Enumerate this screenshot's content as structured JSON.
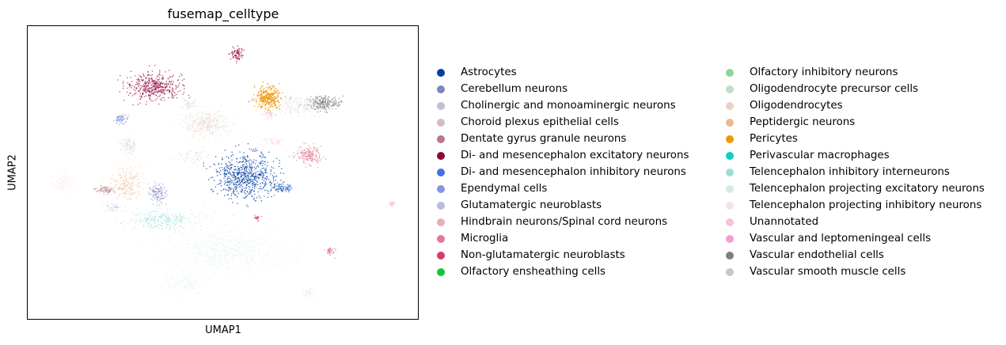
{
  "chart_data": {
    "type": "scatter",
    "title": "fusemap_celltype",
    "xlabel": "UMAP1",
    "ylabel": "UMAP2",
    "grid": false,
    "ticks": false,
    "legend_placement": "right, two columns, outside plot",
    "series": [
      {
        "name": "Astrocytes",
        "color": "#023fa5"
      },
      {
        "name": "Cerebellum neurons",
        "color": "#7d87b9"
      },
      {
        "name": "Cholinergic and monoaminergic neurons",
        "color": "#bec1d4"
      },
      {
        "name": "Choroid plexus epithelial cells",
        "color": "#d6bcc0"
      },
      {
        "name": "Dentate gyrus granule neurons",
        "color": "#bb7784"
      },
      {
        "name": "Di- and mesencephalon excitatory neurons",
        "color": "#8e063b"
      },
      {
        "name": "Di- and mesencephalon inhibitory neurons",
        "color": "#4a6fe3"
      },
      {
        "name": "Ependymal cells",
        "color": "#8595e1"
      },
      {
        "name": "Glutamatergic neuroblasts",
        "color": "#b5bbe3"
      },
      {
        "name": "Hindbrain neurons/Spinal cord neurons",
        "color": "#e6afb9"
      },
      {
        "name": "Microglia",
        "color": "#e07b91"
      },
      {
        "name": "Non-glutamatergic neuroblasts",
        "color": "#d33f6a"
      },
      {
        "name": "Olfactory ensheathing cells",
        "color": "#11c638"
      },
      {
        "name": "Olfactory inhibitory neurons",
        "color": "#8dd593"
      },
      {
        "name": "Oligodendrocyte precursor cells",
        "color": "#c6dec7"
      },
      {
        "name": "Oligodendrocytes",
        "color": "#ead3c6"
      },
      {
        "name": "Peptidergic neurons",
        "color": "#f0b98d"
      },
      {
        "name": "Pericytes",
        "color": "#ef9708"
      },
      {
        "name": "Perivascular macrophages",
        "color": "#0fcfc0"
      },
      {
        "name": "Telencephalon inhibitory interneurons",
        "color": "#9cded6"
      },
      {
        "name": "Telencephalon projecting excitatory neurons",
        "color": "#d5eae7"
      },
      {
        "name": "Telencephalon projecting inhibitory neurons",
        "color": "#f3e1eb"
      },
      {
        "name": "Unannotated",
        "color": "#f6c4e1"
      },
      {
        "name": "Vascular and leptomeningeal cells",
        "color": "#f79cd4"
      },
      {
        "name": "Vascular endothelial cells",
        "color": "#7f7f7f"
      },
      {
        "name": "Vascular smooth muscle cells",
        "color": "#c7c7c7"
      }
    ]
  }
}
